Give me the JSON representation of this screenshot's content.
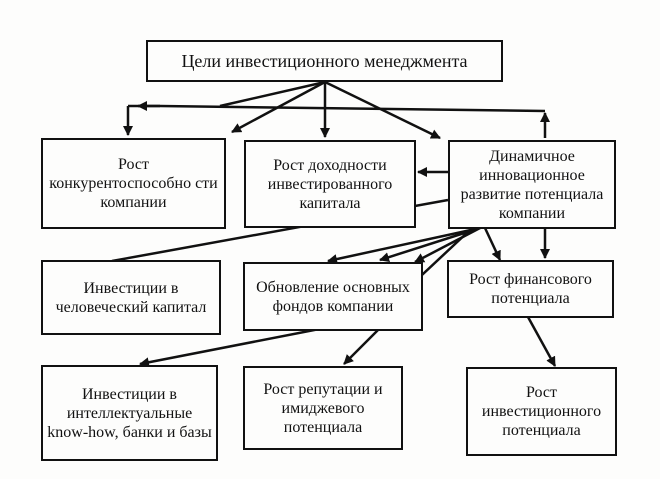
{
  "diagram": {
    "nodes": {
      "goals": "Цели инвестиционного менеджмента",
      "competitiveness": "Рост конкурентоспособно сти компании",
      "profitability": "Рост доходности инвестированного капитала",
      "dynamic": "Динамичное инновационное развитие потенциала компании",
      "human_capital": "Инвестиции в человеческий капитал",
      "fixed_assets": "Обновление основных фондов компании",
      "financial": "Рост финансового потенциала",
      "intellectual": "Инвестиции в интеллектуальные know-how, банки и базы",
      "reputation": "Рост репутации и имиджевого потенциала",
      "investment": "Рост инвестиционного потенциала"
    },
    "edges": [
      {
        "from": "goals",
        "to": "competitiveness"
      },
      {
        "from": "goals",
        "to": "profitability"
      },
      {
        "from": "goals",
        "to": "dynamic"
      },
      {
        "from": "dynamic",
        "to": "competitiveness"
      },
      {
        "from": "dynamic",
        "to": "profitability"
      },
      {
        "from": "dynamic",
        "to": "human_capital"
      },
      {
        "from": "dynamic",
        "to": "fixed_assets"
      },
      {
        "from": "dynamic",
        "to": "financial"
      },
      {
        "from": "dynamic",
        "to": "intellectual"
      },
      {
        "from": "fixed_assets",
        "to": "reputation"
      },
      {
        "from": "financial",
        "to": "investment"
      }
    ],
    "colors": {
      "line": "#111111",
      "background": "#fdfdfc"
    }
  }
}
